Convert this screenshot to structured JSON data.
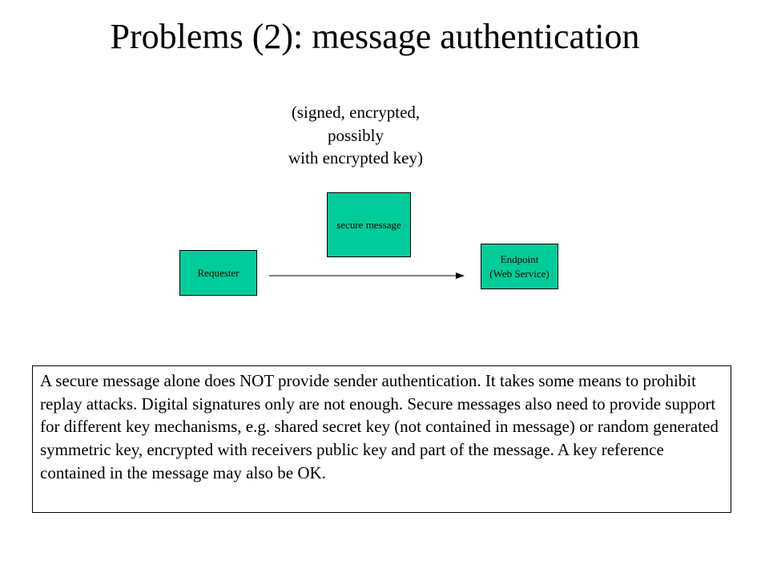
{
  "title": "Problems (2): message authentication",
  "caption_lines": [
    "(signed, encrypted,",
    "possibly",
    "with encrypted key)"
  ],
  "diagram": {
    "secure_message": "secure message",
    "requester": "Requester",
    "endpoint_lines": [
      "Endpoint",
      "(Web Service)"
    ],
    "box_color": "#00cc99"
  },
  "note": "A secure message alone does NOT provide sender authentication. It takes some means to prohibit replay attacks. Digital signatures only are not enough. Secure messages also need to provide support for different key mechanisms, e.g. shared secret key (not contained in message) or random generated symmetric key, encrypted with receivers public key and part of the message. A key reference contained in the message may also be OK."
}
